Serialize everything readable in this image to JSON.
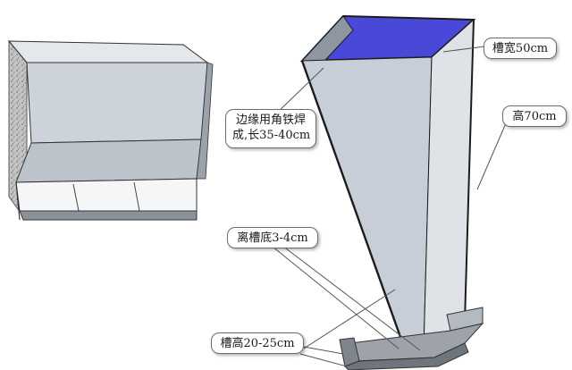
{
  "colors": {
    "opening_fill": "#4a48d8",
    "panel_fill": "#c8cfd8",
    "panel_light": "#dde2e8",
    "panel_dark": "#8e96a0",
    "edge_stroke": "#1c1c1c",
    "concrete_fill": "#b8b8b8",
    "trough_fill": "#9ea3aa"
  },
  "callouts": {
    "width": "槽宽50cm",
    "height": "高70cm",
    "angle_iron_line1": "边缘用角铁焊",
    "angle_iron_line2": "成,长35-40cm",
    "gap": "离槽底3-4cm",
    "trough_height": "槽高20-25cm"
  }
}
